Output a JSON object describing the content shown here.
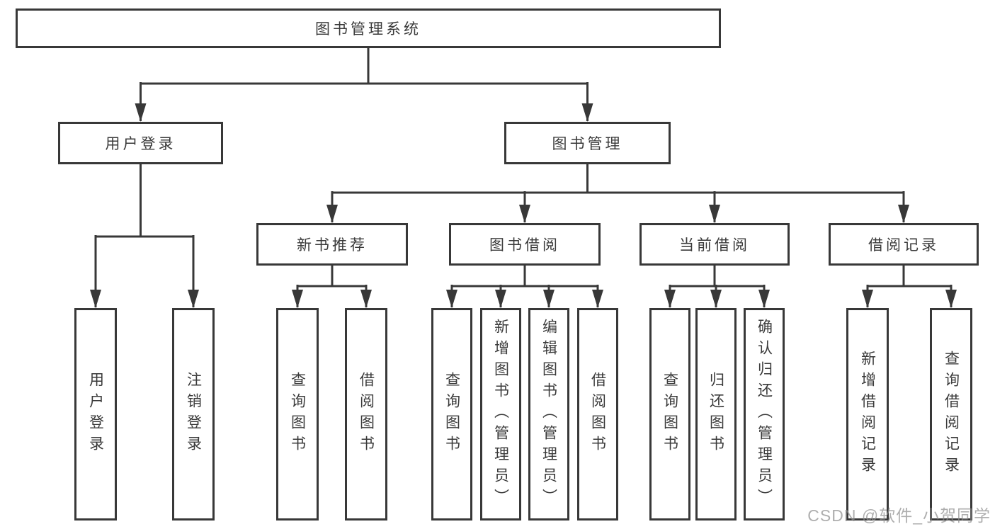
{
  "diagram": {
    "type": "hierarchy-tree",
    "title": "图书管理系统",
    "colors": {
      "line": "#383838",
      "box_border": "#383838",
      "text": "#3a3a3a",
      "background": "#ffffff",
      "watermark": "#8f8f8f"
    },
    "nodes": {
      "root": "图书管理系统",
      "user_login": "用户登录",
      "book_mgmt": "图书管理",
      "new_book_rec": "新书推荐",
      "book_borrow": "图书借阅",
      "current_borrow": "当前借阅",
      "borrow_records": "借阅记录",
      "leaf_user_login": "用户登录",
      "leaf_logout": "注销登录",
      "rec_query_book": "查询图书",
      "rec_borrow_book": "借阅图书",
      "bb_query_book": "查询图书",
      "bb_add_book": "新增图书（管理员）",
      "bb_edit_book": "编辑图书（管理员）",
      "bb_borrow_book": "借阅图书",
      "cb_query_book": "查询图书",
      "cb_return_book": "归还图书",
      "cb_confirm_return": "确认归还（管理员）",
      "br_add_record": "新增借阅记录",
      "br_query_record": "查询借阅记录"
    },
    "hierarchy": {
      "图书管理系统": [
        "用户登录",
        "图书管理"
      ],
      "用户登录": [
        "用户登录",
        "注销登录"
      ],
      "图书管理": [
        "新书推荐",
        "图书借阅",
        "当前借阅",
        "借阅记录"
      ],
      "新书推荐": [
        "查询图书",
        "借阅图书"
      ],
      "图书借阅": [
        "查询图书",
        "新增图书（管理员）",
        "编辑图书（管理员）",
        "借阅图书"
      ],
      "当前借阅": [
        "查询图书",
        "归还图书",
        "确认归还（管理员）"
      ],
      "借阅记录": [
        "新增借阅记录",
        "查询借阅记录"
      ]
    },
    "watermark": "CSDN @软件_小贺同学"
  }
}
